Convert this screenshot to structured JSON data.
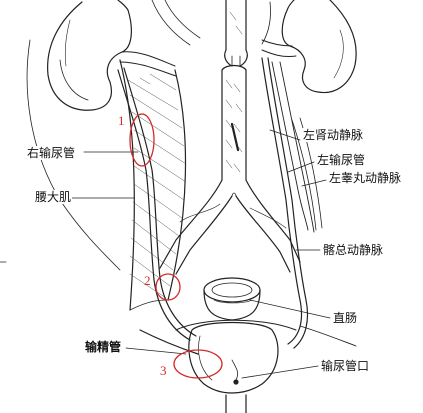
{
  "labels": {
    "right_ureter": "右输尿管",
    "psoas_major": "腰大肌",
    "left_renal_vessels": "左肾动静脉",
    "left_ureter": "左输尿管",
    "left_testicular_vessels": "左睾丸动静脉",
    "common_iliac_vessels": "髂总动静脉",
    "rectum": "直肠",
    "vas_deferens": "输精管",
    "ureteral_orifice": "输尿管口"
  },
  "markers": {
    "narrowing_1": "1",
    "narrowing_2": "2",
    "narrowing_3": "3"
  },
  "colors": {
    "ink": "#222222",
    "marker": "#d42a2a"
  }
}
